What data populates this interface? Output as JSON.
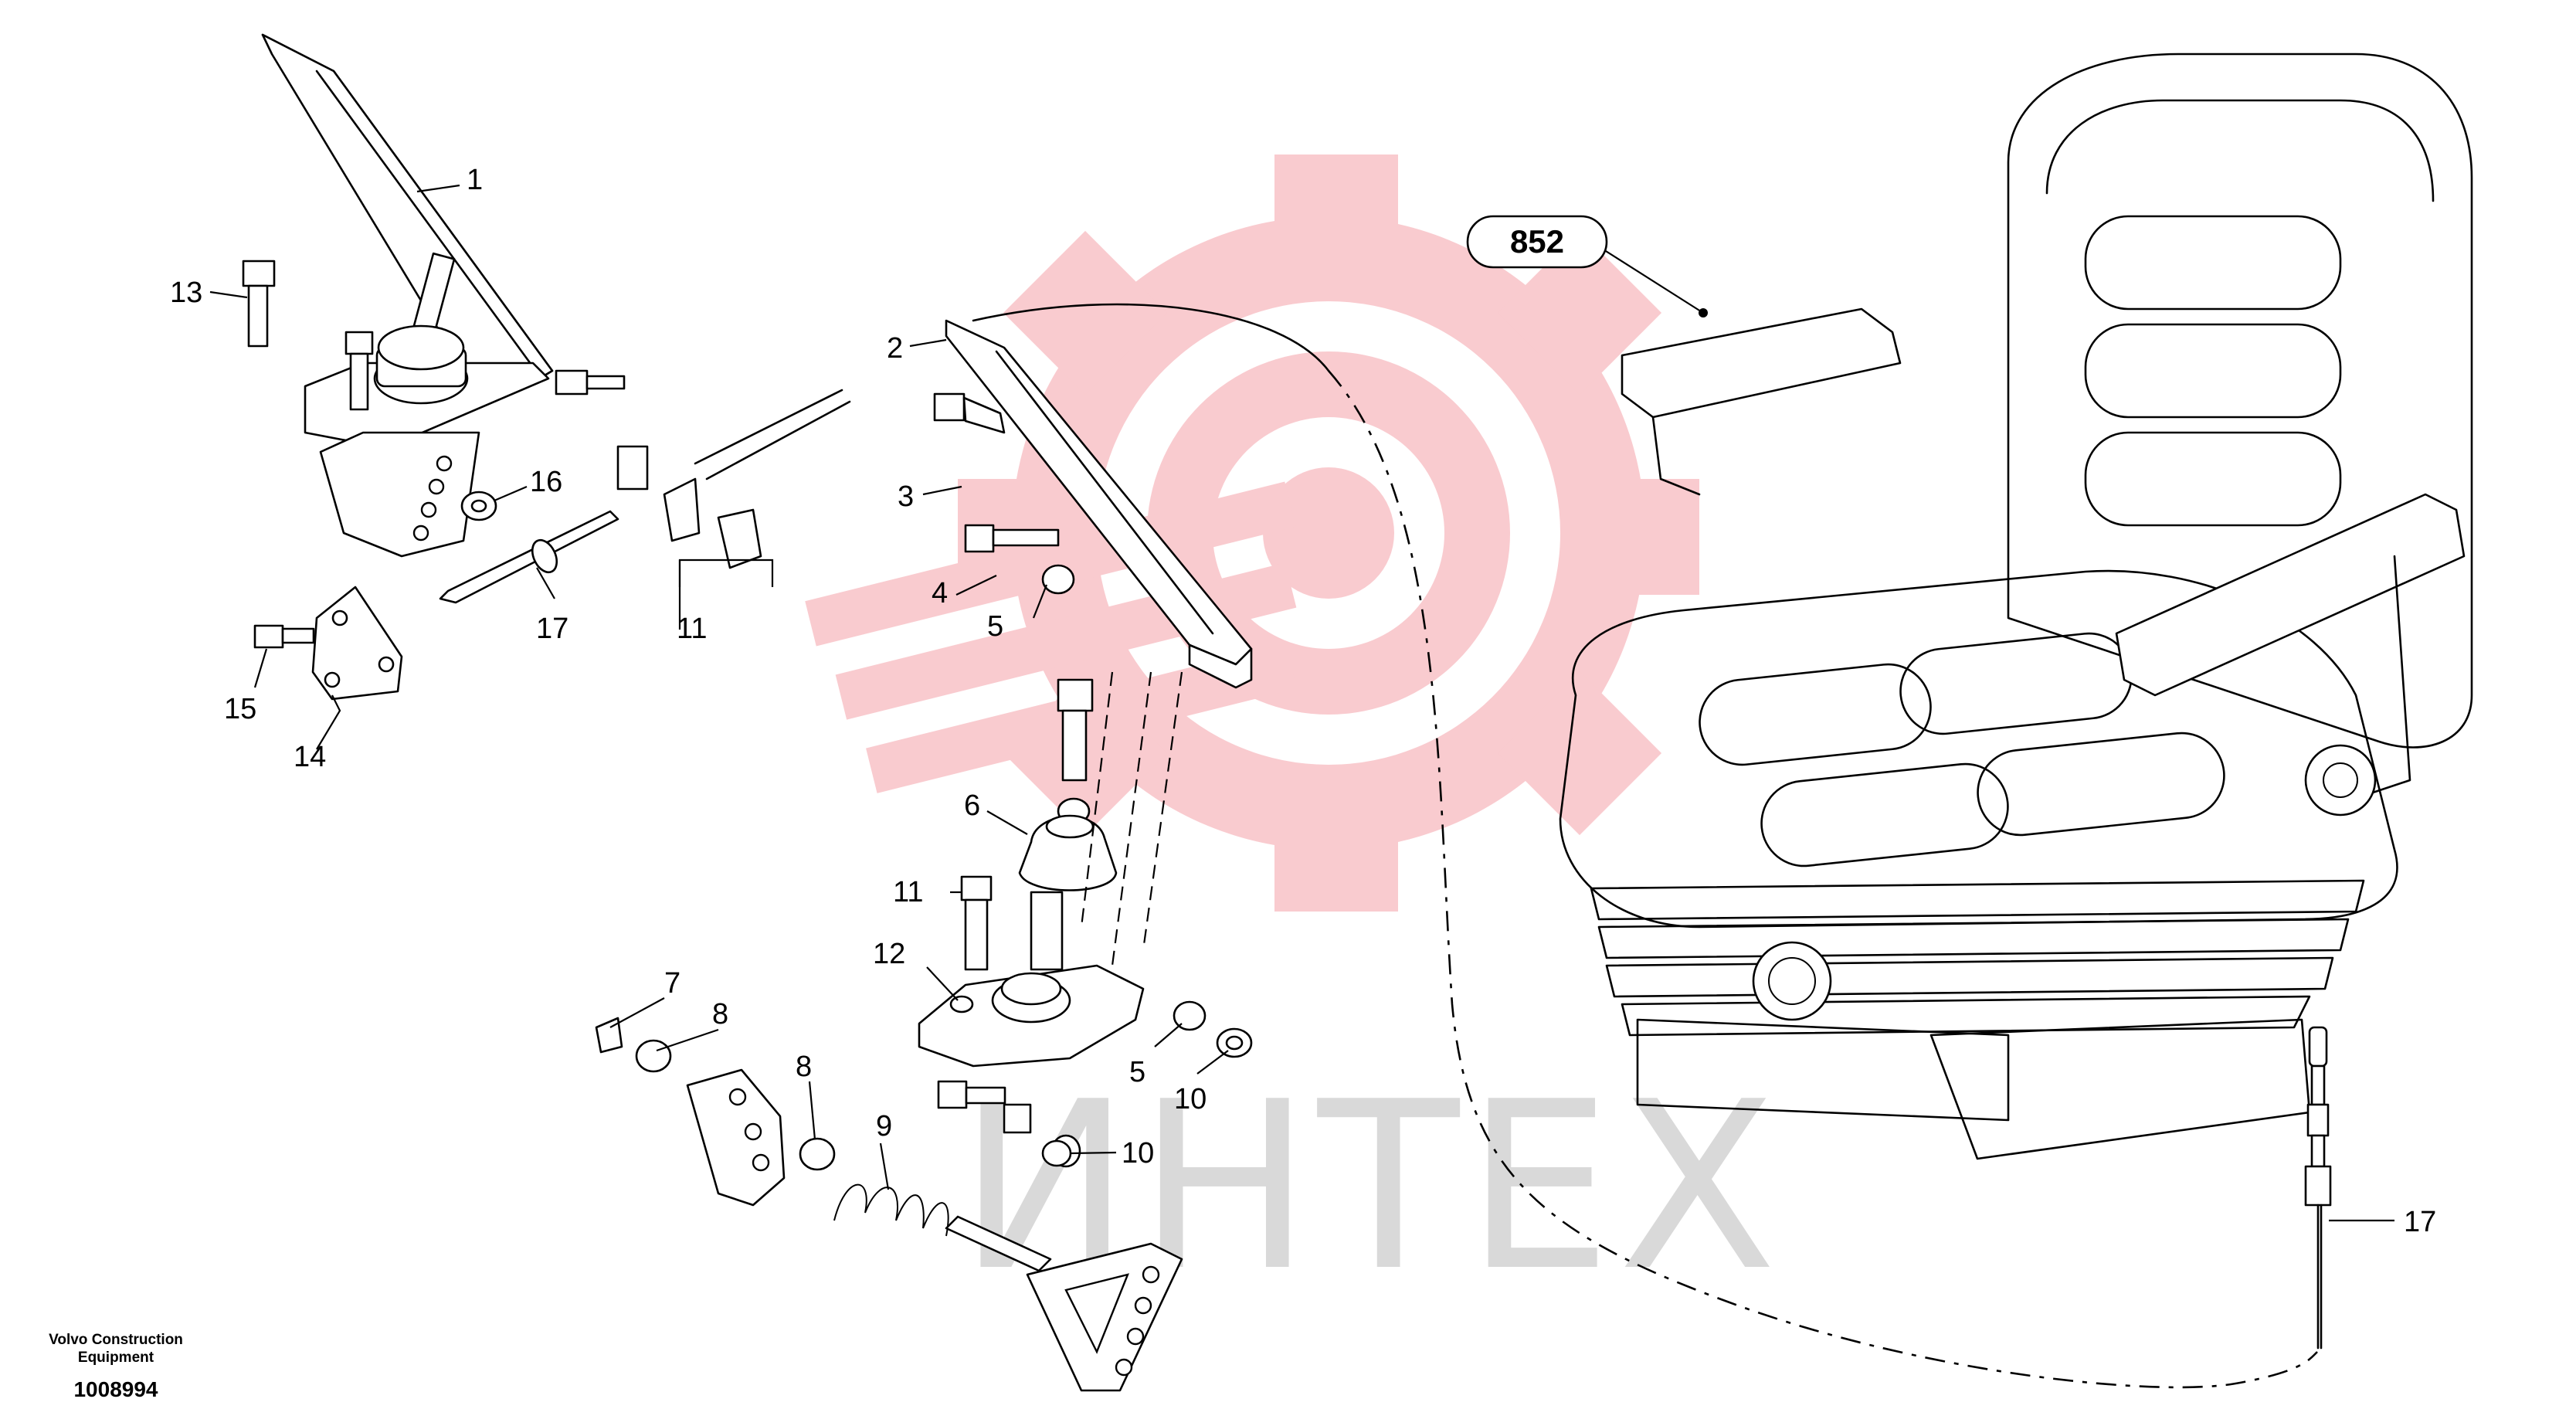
{
  "diagram": {
    "callouts": [
      {
        "label": "1"
      },
      {
        "label": "13"
      },
      {
        "label": "16"
      },
      {
        "label": "17"
      },
      {
        "label": "11"
      },
      {
        "label": "15"
      },
      {
        "label": "14"
      },
      {
        "label": "2"
      },
      {
        "label": "3"
      },
      {
        "label": "4"
      },
      {
        "label": "5"
      },
      {
        "label": "6"
      },
      {
        "label": "11"
      },
      {
        "label": "12"
      },
      {
        "label": "7"
      },
      {
        "label": "8"
      },
      {
        "label": "8"
      },
      {
        "label": "9"
      },
      {
        "label": "5"
      },
      {
        "label": "10"
      },
      {
        "label": "10"
      },
      {
        "label": "17"
      }
    ],
    "reference_label": "852",
    "footer": {
      "company_line1": "Volvo Construction",
      "company_line2": "Equipment",
      "drawing_number": "1008994"
    },
    "watermark": {
      "text": "ИНТЕХ",
      "color": "#f4a0a8"
    }
  }
}
